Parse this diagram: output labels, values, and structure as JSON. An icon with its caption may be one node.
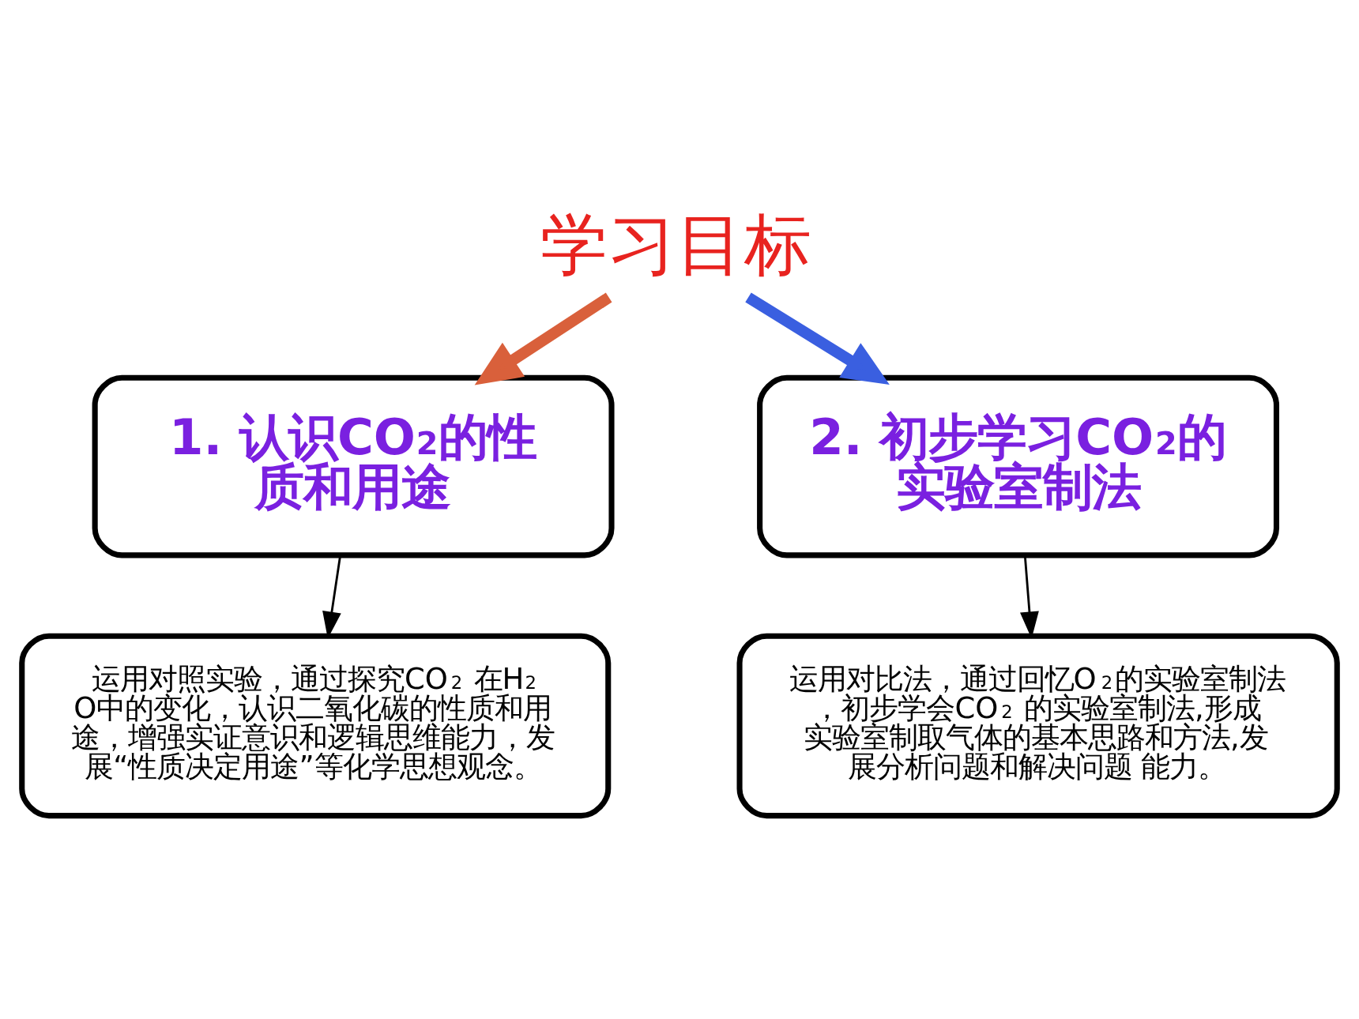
{
  "diagram": {
    "nodes": [
      {
        "text": [
          "学习目标"
        ]
      },
      {
        "text": [
          "1. 认识CO$_{2}$的性质和用途"
        ]
      },
      {
        "text": [
          "2. 初步学习CO$_{2}$的实验室制法"
        ]
      },
      {
        "text": [
          "运用对照实验，通过探究CO$_{2}$ 在H$_{2}$O中的变化，认识二氧化碳的性质和用途，增强实证意识和逻辑思维能力，发展“性质决定用途”等化学思想观念。"
        ]
      },
      {
        "text": [
          "运用对比法，通过回忆O$_{2}$的实验室制法，初步学会CO$_{2}$ 的实验室制法,形成实验室制取气体的基本思路和方法,发展分析问题和解决问题 能力。"
        ]
      }
    ],
    "edges": [
      {
        "from": 0,
        "to": 1,
        "arrow": "to",
        "style": "thick",
        "color": "#d9603b"
      },
      {
        "from": 0,
        "to": 2,
        "arrow": "to",
        "style": "thick",
        "color": "#3a5fe0"
      },
      {
        "from": 1,
        "to": 3,
        "arrow": "to"
      },
      {
        "from": 2,
        "to": 4,
        "arrow": "to"
      }
    ]
  }
}
